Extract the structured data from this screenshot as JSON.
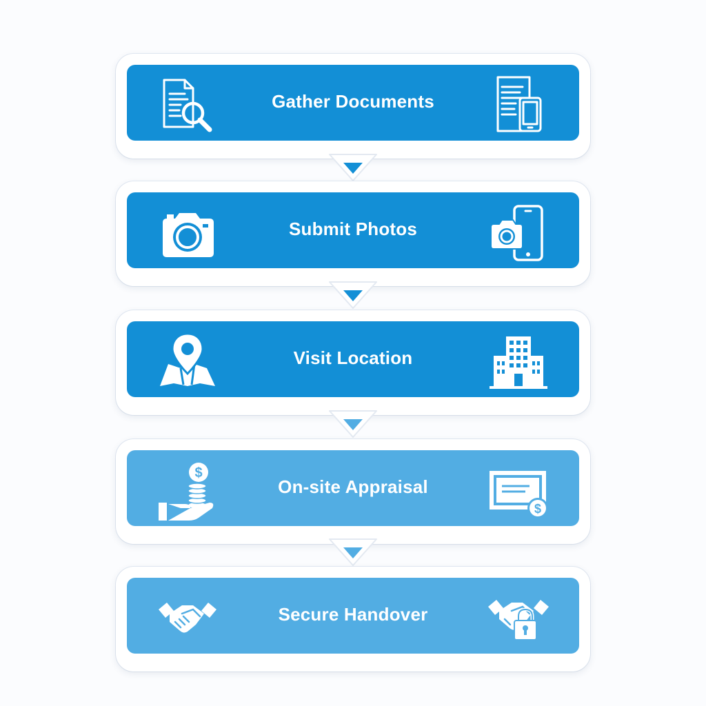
{
  "steps": [
    {
      "label": "Gather Documents",
      "tone": "dark",
      "left_icon": "document-search-icon",
      "right_icon": "document-mobile-icon"
    },
    {
      "label": "Submit Photos",
      "tone": "dark",
      "left_icon": "camera-icon",
      "right_icon": "camera-phone-icon"
    },
    {
      "label": "Visit Location",
      "tone": "dark",
      "left_icon": "map-pin-icon",
      "right_icon": "building-icon"
    },
    {
      "label": "On-site Appraisal",
      "tone": "light",
      "left_icon": "hand-coins-icon",
      "right_icon": "certificate-dollar-icon"
    },
    {
      "label": "Secure Handover",
      "tone": "light",
      "left_icon": "handshake-icon",
      "right_icon": "handshake-lock-icon"
    }
  ],
  "colors": {
    "dark_step": "#138fd6",
    "light_step": "#52ade3",
    "arrow": "#138fd6",
    "icon": "#ffffff",
    "background": "#fbfcfe"
  }
}
